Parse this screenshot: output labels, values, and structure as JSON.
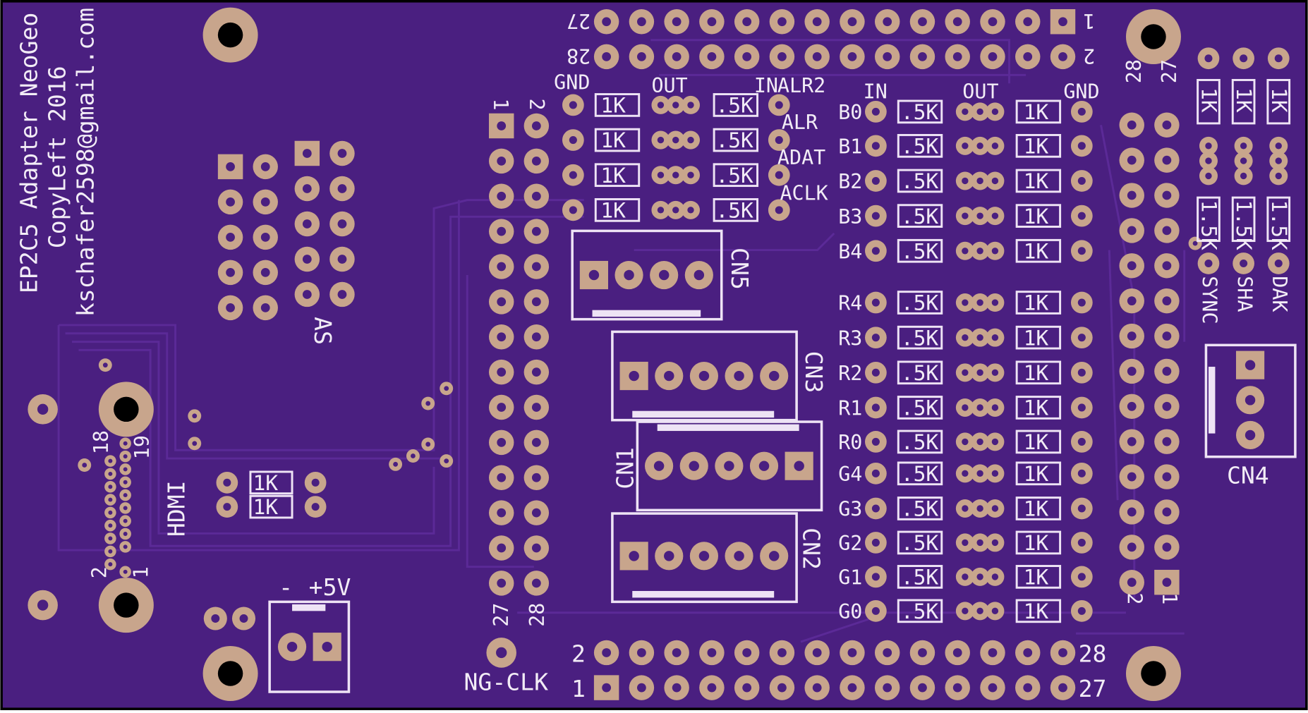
{
  "board": {
    "background": "#4a1f80",
    "edge_color": "#000000",
    "pad_color": "#c8a58c",
    "silk_color": "#f2ecf6",
    "trace_color": "#5b2a97"
  },
  "silkscreen": {
    "title_line1": "EP2C5 Adapter NeoGeo",
    "title_line2": "CopyLeft 2016",
    "title_line3": "kschafer2598@gmail.com",
    "as_label": "AS",
    "hdmi_label": "HDMI",
    "hdmi_pin_18": "18",
    "hdmi_pin_19": "19",
    "hdmi_pin_2": "2",
    "hdmi_pin_1": "1",
    "power_minus": "-",
    "power_plus": "+5V",
    "ng_clk": "NG-CLK",
    "left_header_1": "1",
    "left_header_2": "2",
    "left_header_27": "27",
    "left_header_28": "28",
    "top_header_27": "27",
    "top_header_28": "28",
    "top_header_1": "1",
    "top_header_2": "2",
    "bottom_header_2": "2",
    "bottom_header_1": "1",
    "bottom_header_28": "28",
    "bottom_header_27": "27",
    "right_header_28": "28",
    "right_header_27": "27",
    "right_header_2": "2",
    "right_header_1": "1",
    "audio_gnd": "GND",
    "audio_out": "OUT",
    "audio_in": "IN",
    "audio_signals": [
      "ALR2",
      "ALR",
      "ADAT",
      "ACLK"
    ],
    "video_in": "IN",
    "video_out": "OUT",
    "video_gnd": "GND",
    "video_signals": [
      "B0",
      "B1",
      "B2",
      "B3",
      "B4",
      "R4",
      "R3",
      "R2",
      "R1",
      "R0",
      "G4",
      "G3",
      "G2",
      "G1",
      "G0"
    ],
    "sync_signals": [
      "SYNC",
      "SHA",
      "DAK"
    ],
    "cn1": "CN1",
    "cn2": "CN2",
    "cn3": "CN3",
    "cn4": "CN4",
    "cn5": "CN5",
    "res_1k": "1K",
    "res_5k": ".5K",
    "res_15k": "1.5K"
  }
}
